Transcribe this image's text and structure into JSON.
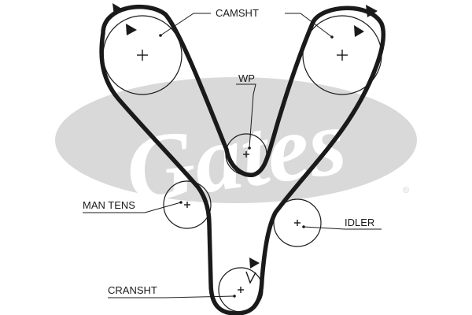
{
  "watermark": {
    "brand": "Gates",
    "registered_mark": "®",
    "color": "#d9d9d9"
  },
  "labels": {
    "camshaft": "CAMSHT",
    "water_pump": "WP",
    "manual_tensioner": "MAN TENS",
    "idler": "IDLER",
    "crankshaft": "CRANSHT"
  },
  "colors": {
    "line": "#1a1a1a",
    "background": "#ffffff"
  }
}
